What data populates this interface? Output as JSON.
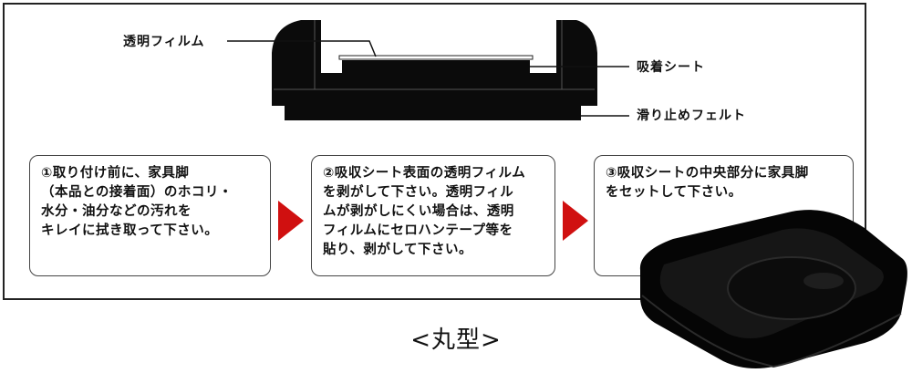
{
  "labels": {
    "film": "透明フィルム",
    "suction": "吸着シート",
    "felt": "滑り止めフェルト"
  },
  "steps": [
    {
      "lines": [
        "①取り付け前に、家具脚",
        "（本品との接着面）のホコリ・",
        "水分・油分などの汚れを",
        "キレイに拭き取って下さい。"
      ]
    },
    {
      "lines": [
        "②吸収シート表面の透明フィルム",
        "を剥がして下さい。透明フィル",
        "ムが剥がしにくい場合は、透明",
        "フィルムにセロハンテープ等を",
        "貼り、剥がして下さい。"
      ]
    },
    {
      "lines": [
        "③吸収シートの中央部分に家具脚",
        "をセットして下さい。"
      ]
    }
  ],
  "caption": "<丸型>",
  "colors": {
    "arrow": "#d01010",
    "product": "#0b0b0b"
  }
}
